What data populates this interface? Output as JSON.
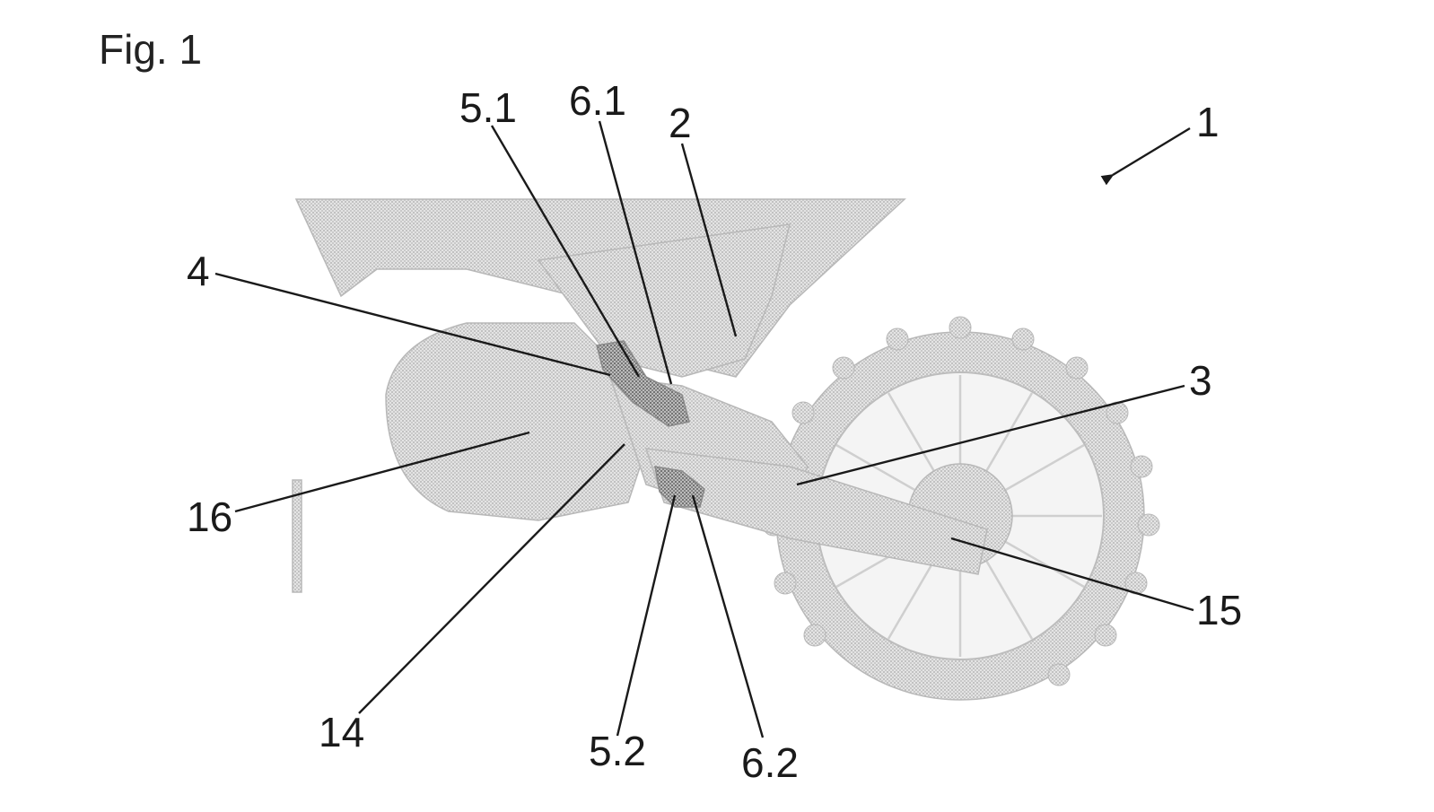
{
  "figure": {
    "title": "Fig. 1",
    "colors": {
      "line": "#1a1a1a",
      "shade": "#c8c8c8",
      "background": "#ffffff"
    },
    "labels": {
      "l1": "1",
      "l2": "2",
      "l3": "3",
      "l4": "4",
      "l5_1": "5.1",
      "l5_2": "5.2",
      "l6_1": "6.1",
      "l6_2": "6.2",
      "l14": "14",
      "l15": "15",
      "l16": "16"
    }
  }
}
